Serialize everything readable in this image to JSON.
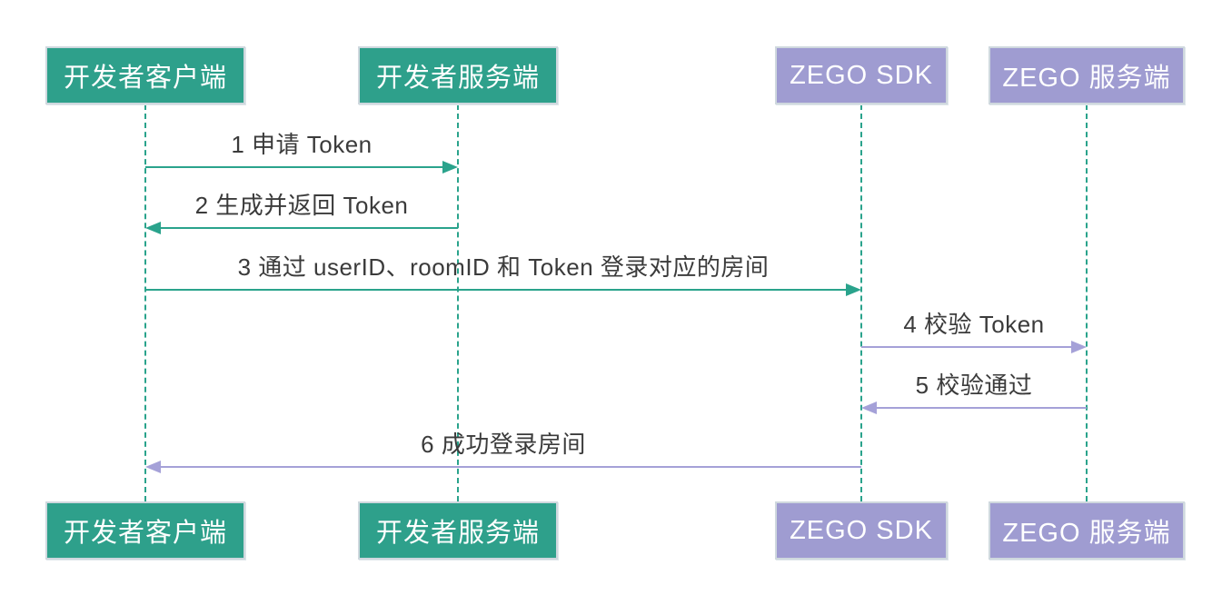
{
  "diagram": {
    "title": "ZEGO Token login sequence diagram",
    "actors": [
      {
        "id": "dev-client",
        "label": "开发者客户端",
        "fill": "green"
      },
      {
        "id": "dev-server",
        "label": "开发者服务端",
        "fill": "green"
      },
      {
        "id": "zego-sdk",
        "label": "ZEGO SDK",
        "fill": "purple"
      },
      {
        "id": "zego-server",
        "label": "ZEGO 服务端",
        "fill": "purple"
      }
    ],
    "messages": [
      {
        "label": "1 申请 Token",
        "from": 0,
        "to": 1,
        "color": "green"
      },
      {
        "label": "2 生成并返回 Token",
        "from": 1,
        "to": 0,
        "color": "green"
      },
      {
        "label": "3 通过 userID、roomID 和 Token 登录对应的房间",
        "from": 0,
        "to": 2,
        "color": "green"
      },
      {
        "label": "4 校验 Token",
        "from": 2,
        "to": 3,
        "color": "purple"
      },
      {
        "label": "5 校验通过",
        "from": 3,
        "to": 2,
        "color": "purple"
      },
      {
        "label": "6 成功登录房间",
        "from": 2,
        "to": 0,
        "color": "purple"
      }
    ]
  },
  "theme": {
    "actor_green_fill": "#2EA08B",
    "actor_purple_fill": "#9F9CD1",
    "actor_border": "#CFD8DE",
    "actor_text": "#FFFFFF",
    "arrow_green": "#2AA38C",
    "arrow_purple": "#A5A1D8",
    "lifeline_color": "#2AA38C",
    "message_text": "#3B3B3B",
    "background": "#FFFFFF"
  }
}
